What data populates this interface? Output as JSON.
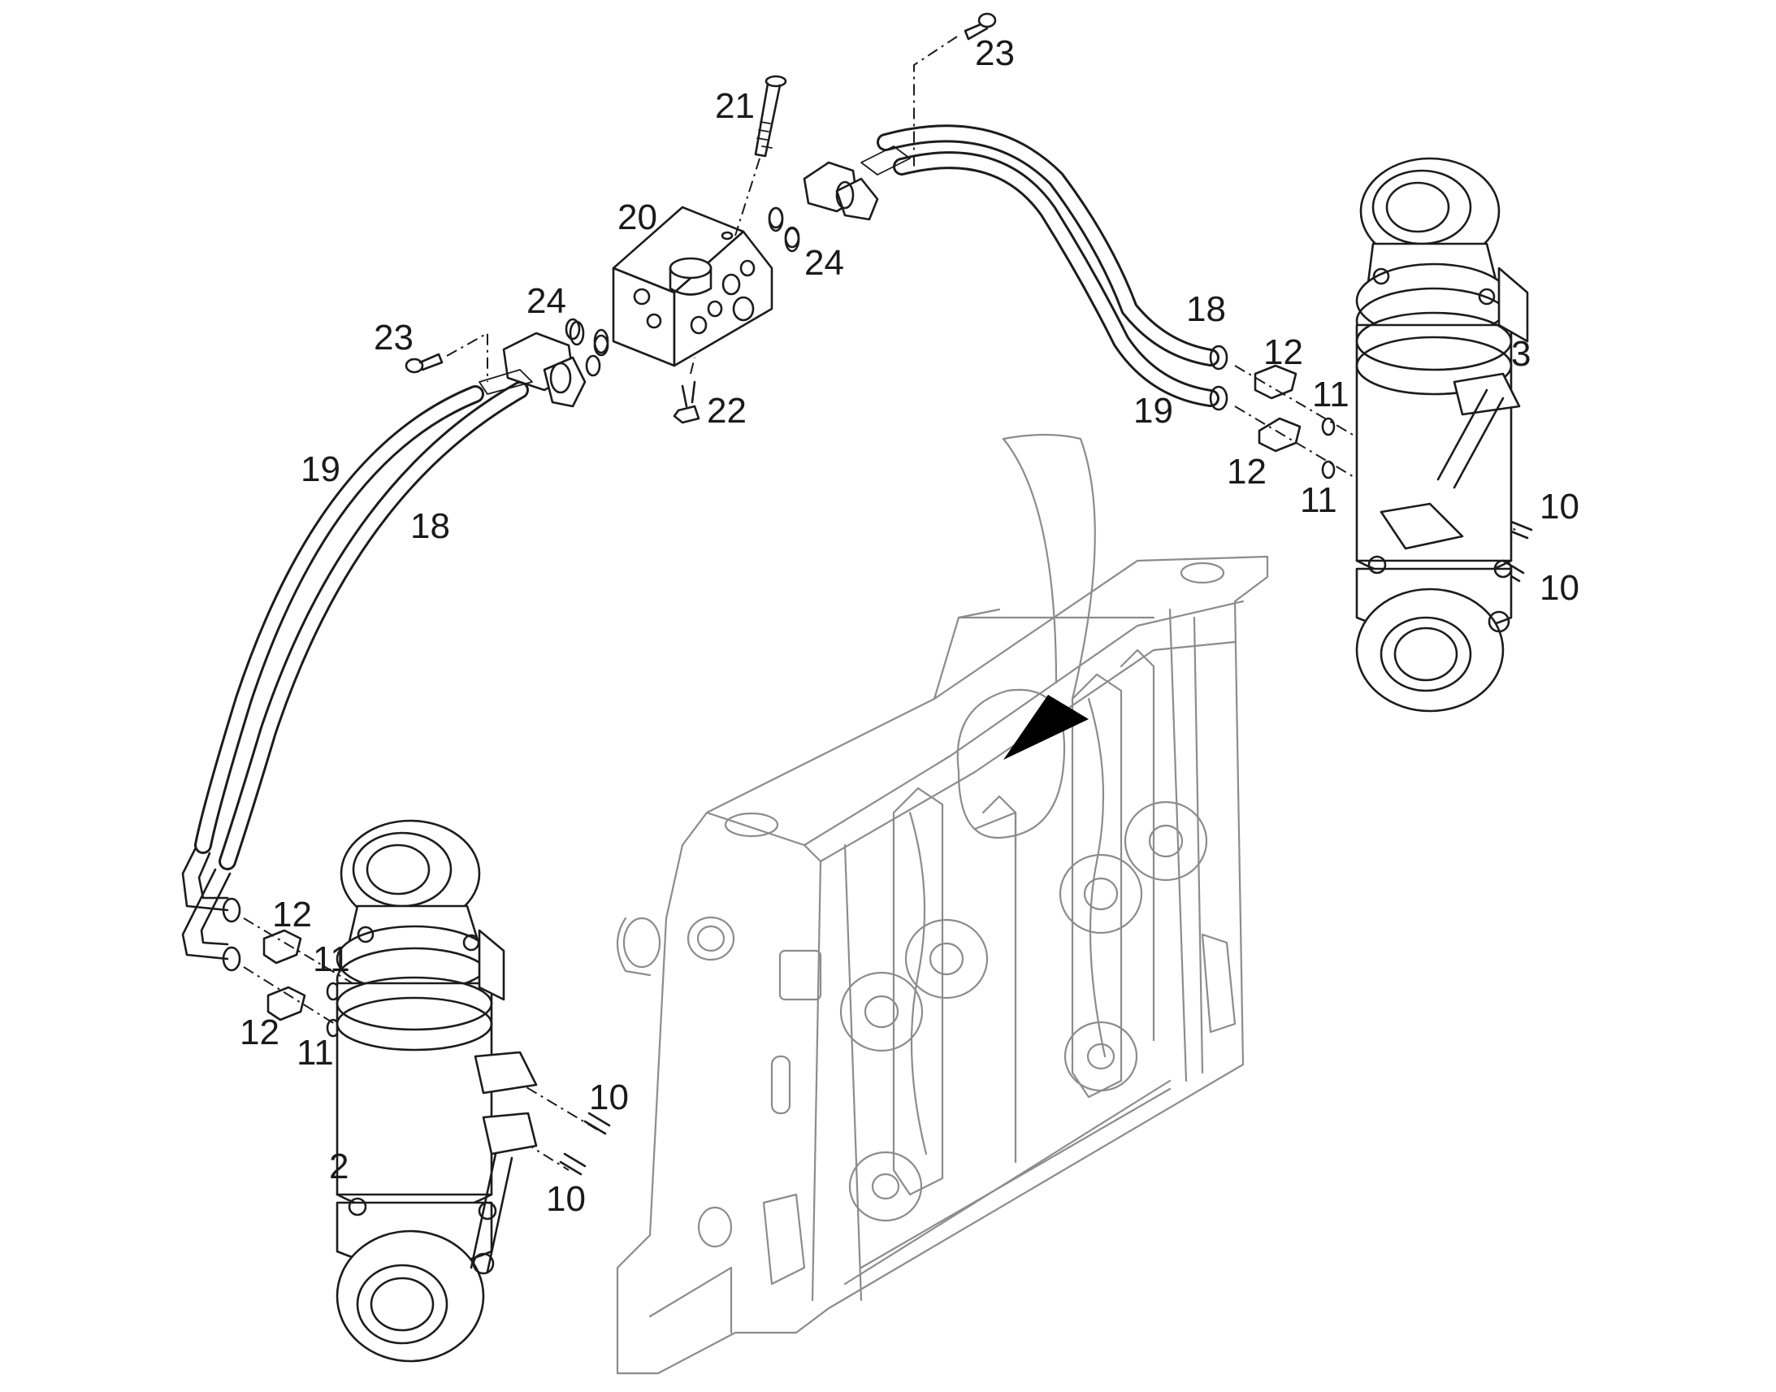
{
  "callouts": [
    {
      "id": "c23a",
      "text": "23"
    },
    {
      "id": "c21",
      "text": "21"
    },
    {
      "id": "c20",
      "text": "20"
    },
    {
      "id": "c24a",
      "text": "24"
    },
    {
      "id": "c24b",
      "text": "24"
    },
    {
      "id": "c23b",
      "text": "23"
    },
    {
      "id": "c22",
      "text": "22"
    },
    {
      "id": "c18a",
      "text": "18"
    },
    {
      "id": "c19a",
      "text": "19"
    },
    {
      "id": "c12a",
      "text": "12"
    },
    {
      "id": "c12b",
      "text": "12"
    },
    {
      "id": "c11a",
      "text": "11"
    },
    {
      "id": "c11b",
      "text": "11"
    },
    {
      "id": "c3",
      "text": "3"
    },
    {
      "id": "c10a",
      "text": "10"
    },
    {
      "id": "c10b",
      "text": "10"
    },
    {
      "id": "c19b",
      "text": "19"
    },
    {
      "id": "c18b",
      "text": "18"
    },
    {
      "id": "c12c",
      "text": "12"
    },
    {
      "id": "c11c",
      "text": "11"
    },
    {
      "id": "c12d",
      "text": "12"
    },
    {
      "id": "c11d",
      "text": "11"
    },
    {
      "id": "c10c",
      "text": "10"
    },
    {
      "id": "c2",
      "text": "2"
    },
    {
      "id": "c10d",
      "text": "10"
    }
  ]
}
